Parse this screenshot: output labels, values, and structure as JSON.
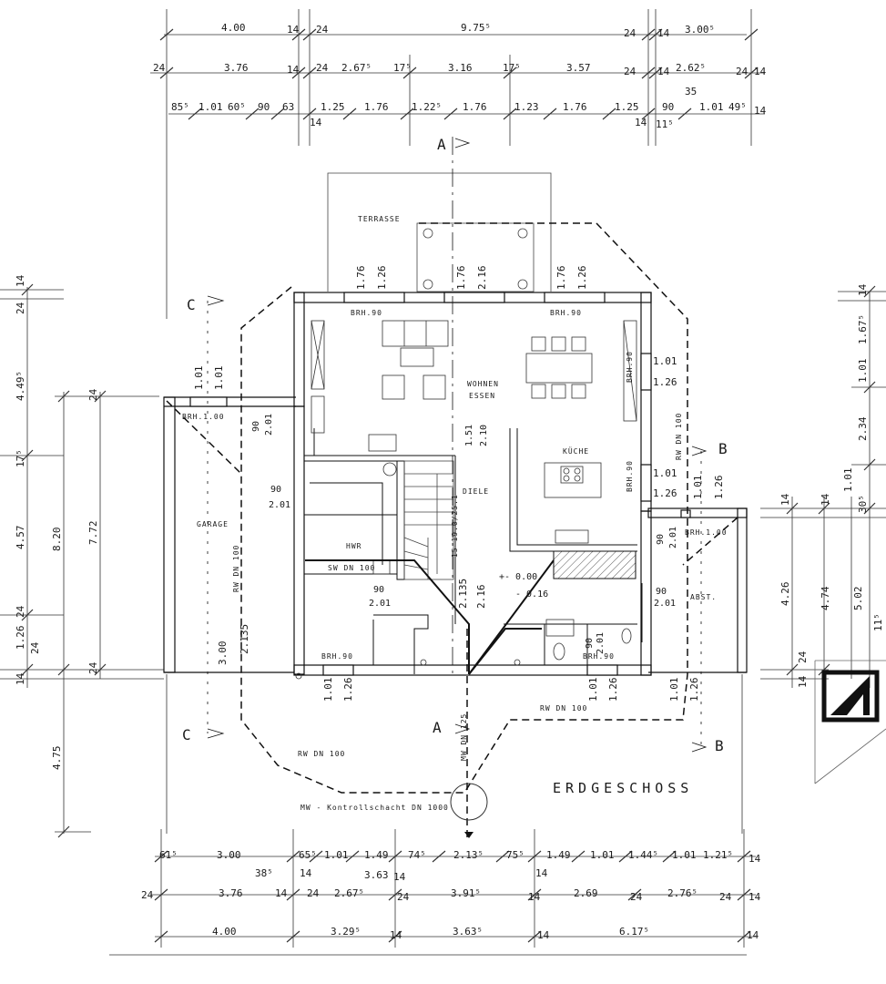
{
  "title": "ERDGESCHOSS",
  "section_markers": {
    "a": "A",
    "b": "B",
    "c": "C"
  },
  "rooms": {
    "terrasse": "TERRASSE",
    "wohnen": "WOHNEN",
    "essen": "ESSEN",
    "kueche": "KÜCHE",
    "diele": "DIELE",
    "hwr": "HWR",
    "garage": "GARAGE",
    "abst": "ABST."
  },
  "notes": {
    "rw_dn100": "RW DN 100",
    "sw_dn100": "SW DN 100",
    "mw_dn125": "MW DN 125",
    "kontrollschacht": "MW - Kontrollschacht DN 1000",
    "brh90": "BRH.90",
    "brh100": "BRH.1.00",
    "level_0": "+- 0.00",
    "level_16": "- 0.16",
    "stair": "15 19.0/25.1",
    "h2135": "2.135",
    "h216": "2.16"
  },
  "dimensions": {
    "top1": [
      "4.00",
      "14",
      "24",
      "9.75⁵",
      "24",
      "14",
      "3.00⁵"
    ],
    "top2": [
      "24",
      "3.76",
      "14",
      "24",
      "2.67⁵",
      "17⁵",
      "3.16",
      "17⁵",
      "3.57",
      "24",
      "14",
      "2.62⁵",
      "24",
      "14"
    ],
    "top3": [
      "85⁵",
      "1.01",
      "60⁵",
      "90",
      "63",
      "1.25",
      "1.76",
      "1.22⁵",
      "1.76",
      "1.23",
      "1.76",
      "1.25",
      "90",
      "1.01",
      "49⁵",
      "14"
    ],
    "top3b": [
      "14",
      "14",
      "11⁵",
      "35"
    ],
    "bot1": [
      "61⁵",
      "3.00",
      "65⁵",
      "1.01",
      "1.49",
      "74⁵",
      "2.13⁵",
      "75⁵",
      "1.49",
      "1.01",
      "1.44⁵",
      "1.01",
      "1.21⁵",
      "14"
    ],
    "bot1b": [
      "38⁵",
      "14",
      "3.63",
      "14",
      "14"
    ],
    "bot2": [
      "24",
      "3.76",
      "14",
      "24",
      "2.67⁵",
      "24",
      "3.91⁵",
      "14",
      "2.69",
      "24",
      "2.76⁵",
      "24",
      "14"
    ],
    "bot3": [
      "4.00",
      "3.29⁵",
      "14",
      "3.63⁵",
      "14",
      "6.17⁵",
      "14"
    ],
    "left1": [
      "24",
      "14",
      "4.49⁵",
      "17⁵",
      "4.57",
      "1.26",
      "24",
      "14",
      "24"
    ],
    "left2": [
      "8.20",
      "4.75"
    ],
    "left3": [
      "24",
      "7.72",
      "24"
    ],
    "right1": [
      "14",
      "1.67⁵",
      "1.01",
      "2.34",
      "1.01",
      "30⁵",
      "14"
    ],
    "right2": [
      "14",
      "4.26",
      "24",
      "14"
    ],
    "right3": [
      "4.74"
    ],
    "right4": [
      "5.02",
      "11⁵"
    ],
    "window_top": [
      "1.76",
      "1.26",
      "1.76",
      "2.16",
      "1.76",
      "1.26"
    ],
    "window_left": [
      "1.01",
      "1.01"
    ],
    "window_right": [
      "1.01",
      "1.26",
      "1.01",
      "1.26",
      "1.01",
      "1.26"
    ],
    "window_bottom": [
      "1.01",
      "1.26",
      "1.01",
      "1.26",
      "1.01",
      "1.26"
    ],
    "door": [
      "90",
      "2.01",
      "1.51",
      "2.10",
      "3.00",
      "2.135"
    ]
  }
}
